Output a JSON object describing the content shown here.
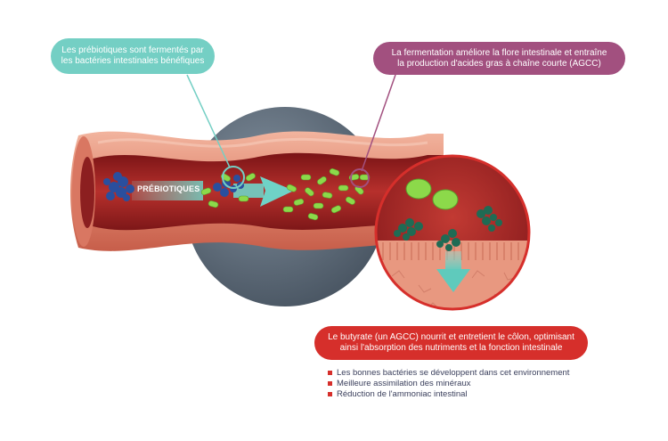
{
  "callouts": {
    "fermentation_by_bacteria": [
      "Les prébiotiques sont fermentés par",
      "les bactéries intestinales bénéfiques"
    ],
    "flora_improvement": [
      "La fermentation améliore la flore intestinale et entraîne",
      "la production d'acides gras à chaîne courte (AGCC)"
    ],
    "butyrate_effect": [
      "Le butyrate (un AGCC) nourrit et entretient le côlon, optimisant",
      "ainsi l'absorption des nutriments et la fonction intestinale"
    ]
  },
  "flow_label": "PRÉBIOTIQUES",
  "benefits": [
    "Les bonnes bactéries se développent dans cet environnement",
    "Meilleure assimilation des minéraux",
    "Réduction de l'ammoniac intestinal"
  ],
  "colors": {
    "teal": "#74cfc4",
    "purple": "#a2507f",
    "red": "#d62f2b",
    "intestine_outer": "#e08a73",
    "intestine_inner": "#a8282a",
    "backdrop_circle": "#5d6b7a",
    "bacteria": "#8cd94a",
    "prebiotic": "#2a4f9e"
  }
}
